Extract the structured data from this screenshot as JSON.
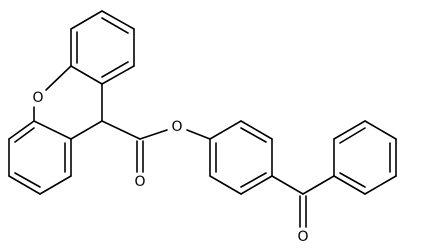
{
  "molecule": {
    "atom_labels": {
      "ring_oxygen": "O",
      "ester_oxygen": "O",
      "carbonyl_oxygen_ester": "O",
      "carbonyl_oxygen_ketone": "O"
    },
    "line_color": "#000000",
    "background": "#ffffff"
  }
}
